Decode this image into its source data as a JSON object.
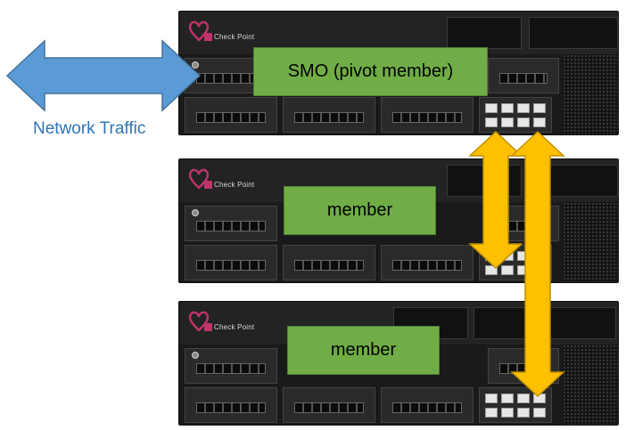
{
  "diagram": {
    "network_traffic_label": "Network Traffic",
    "nodes": [
      {
        "id": "smo",
        "label": "SMO (pivot member)"
      },
      {
        "id": "member-2",
        "label": "member"
      },
      {
        "id": "member-3",
        "label": "member"
      }
    ],
    "appliance_brand": "Check Point",
    "colors": {
      "label_fill": "#70ad47",
      "network_arrow": "#5b9bd5",
      "sync_arrow": "#ffc000",
      "network_text": "#2e75b6"
    },
    "connections": [
      {
        "from": "smo",
        "to": "member-2",
        "style": "double-arrow"
      },
      {
        "from": "smo",
        "to": "member-3",
        "style": "double-arrow"
      },
      {
        "from": "network",
        "to": "smo",
        "style": "double-arrow"
      }
    ]
  }
}
